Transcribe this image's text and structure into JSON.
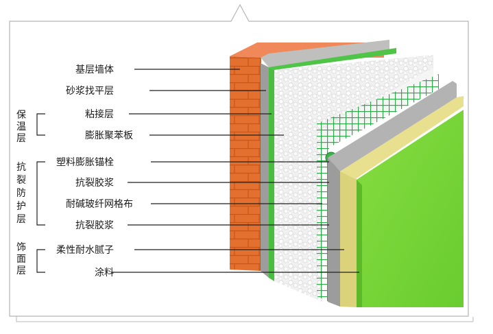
{
  "labels": [
    "基层墙体",
    "砂浆找平层",
    "粘接层",
    "膨胀聚苯板",
    "塑料膨胀锚栓",
    "抗裂胶浆",
    "耐碱玻纤网格布",
    "抗裂胶浆",
    "柔性耐水腻子",
    "涂料"
  ],
  "groups": {
    "insulation": [
      "保",
      "温",
      "层"
    ],
    "crack_protection": [
      "抗",
      "裂",
      "防",
      "护",
      "层"
    ],
    "finish": [
      "饰",
      "面",
      "层"
    ]
  },
  "colors": {
    "brick": "#e0682a",
    "mortar": "#a6a6a4",
    "adhesive": "#53c84a",
    "foam": "#f2f2f2",
    "mesh": "#2fa84a",
    "putty": "#ebe49a",
    "paint": "#7ad63a"
  }
}
